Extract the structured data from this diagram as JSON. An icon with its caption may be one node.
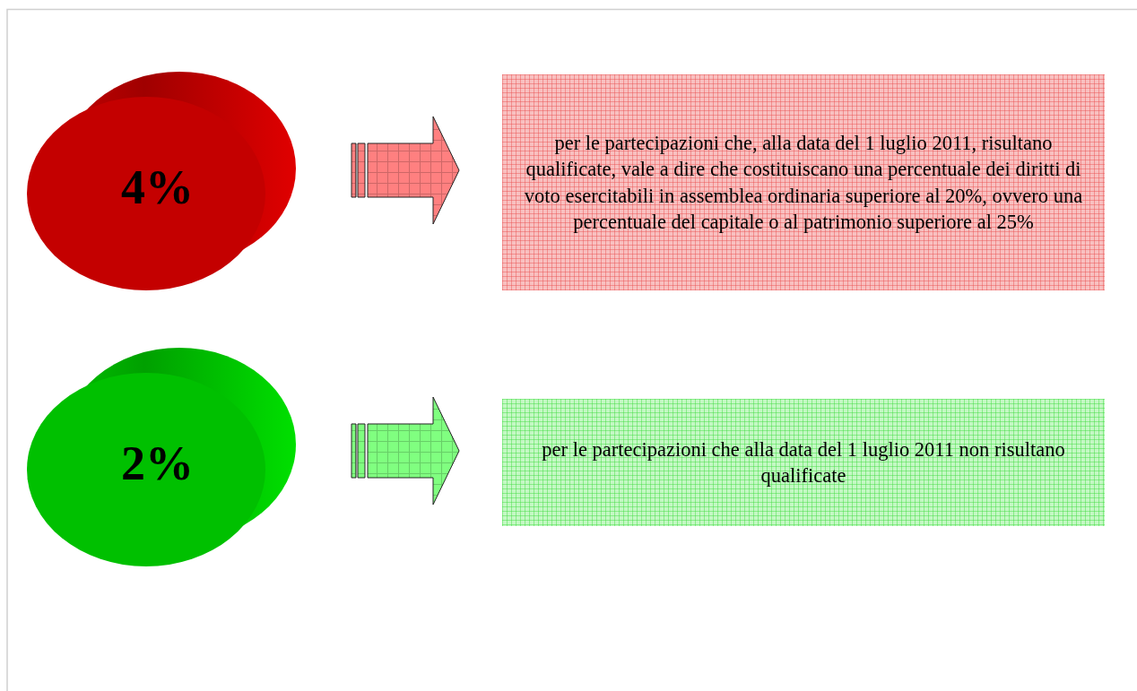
{
  "diagram": {
    "nodes": [
      {
        "text": [
          "4%"
        ]
      },
      {
        "text": [
          "per le partecipazioni che, alla data del 1 luglio 2011, risultano qualificate, vale a dire che costituiscano una percentuale dei diritti di voto esercitabili in assemblea ordinaria superiore al 20%, ovvero una percentuale del capitale o al patrimonio superiore al 25%"
        ]
      },
      {
        "text": [
          "2%"
        ]
      },
      {
        "text": [
          "per le partecipazioni che alla data del 1 luglio 2011 non risultano qualificate"
        ]
      }
    ],
    "edges": [
      {
        "from": 0,
        "to": 1,
        "arrow": "to",
        "color": "#ff8080"
      },
      {
        "from": 2,
        "to": 3,
        "arrow": "to",
        "color": "#80ff80"
      }
    ]
  }
}
